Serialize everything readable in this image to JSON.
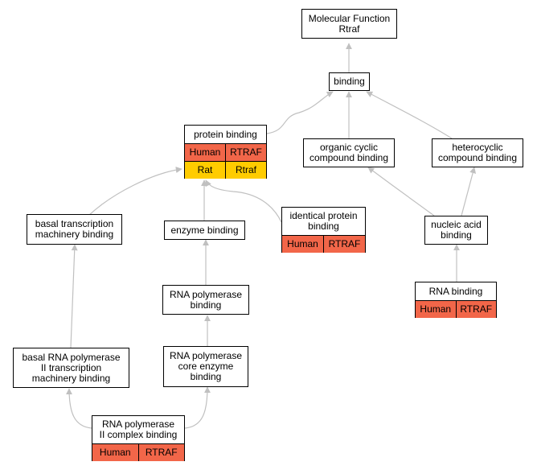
{
  "nodes": {
    "mf_root": {
      "lines": [
        "Molecular Function",
        "Rtraf"
      ]
    },
    "binding": {
      "lines": [
        "binding"
      ]
    },
    "protein_binding": {
      "lines": [
        "protein binding"
      ],
      "annotations": [
        {
          "species": "Human",
          "gene": "RTRAF"
        },
        {
          "species": "Rat",
          "gene": "Rtraf"
        }
      ]
    },
    "organic_cyclic": {
      "lines": [
        "organic cyclic",
        "compound binding"
      ]
    },
    "heterocyclic": {
      "lines": [
        "heterocyclic",
        "compound binding"
      ]
    },
    "basal_transcription": {
      "lines": [
        "basal transcription",
        "machinery binding"
      ]
    },
    "enzyme_binding": {
      "lines": [
        "enzyme binding"
      ]
    },
    "identical_protein": {
      "lines": [
        "identical protein",
        "binding"
      ],
      "annotations": [
        {
          "species": "Human",
          "gene": "RTRAF"
        }
      ]
    },
    "nucleic_acid": {
      "lines": [
        "nucleic acid",
        "binding"
      ]
    },
    "rna_polymerase_binding": {
      "lines": [
        "RNA polymerase",
        "binding"
      ]
    },
    "rna_binding": {
      "lines": [
        "RNA binding"
      ],
      "annotations": [
        {
          "species": "Human",
          "gene": "RTRAF"
        }
      ]
    },
    "basal_rna_pol2": {
      "lines": [
        "basal RNA polymerase",
        "II transcription",
        "machinery binding"
      ]
    },
    "rna_pol_core": {
      "lines": [
        "RNA polymerase",
        "core enzyme",
        "binding"
      ]
    },
    "rna_pol2_complex": {
      "lines": [
        "RNA polymerase",
        "II complex binding"
      ],
      "annotations": [
        {
          "species": "Human",
          "gene": "RTRAF"
        }
      ]
    }
  },
  "colors": {
    "human": "#f26649",
    "rat": "#ffcc00",
    "edge": "#c0c0c0",
    "border": "#000000"
  }
}
